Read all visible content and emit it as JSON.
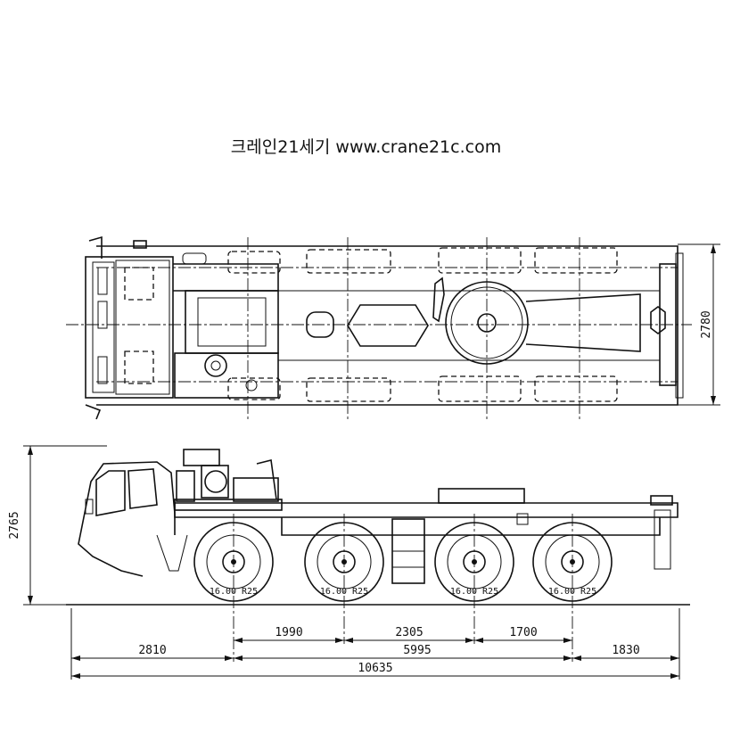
{
  "header": {
    "text": "크레인21세기 www.crane21c.com"
  },
  "top_view": {
    "width_dimension": "2780"
  },
  "side_view": {
    "height_dimension": "2765",
    "tyre_label": "16.00 R25"
  },
  "dimensions": {
    "row1": [
      "1990",
      "2305",
      "1700"
    ],
    "row2": [
      "2810",
      "5995",
      "1830"
    ],
    "overall": "10635"
  }
}
